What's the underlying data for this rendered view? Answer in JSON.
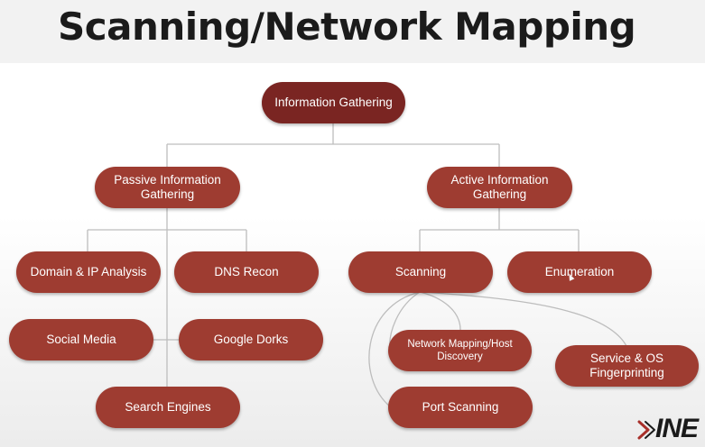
{
  "slide": {
    "title": "Scanning/Network Mapping"
  },
  "nodes": {
    "root": "Information Gathering",
    "passive": "Passive Information Gathering",
    "active": "Active Information Gathering",
    "domain_ip": "Domain & IP Analysis",
    "dns_recon": "DNS Recon",
    "social_media": "Social Media",
    "google_dorks": "Google Dorks",
    "search_engines": "Search Engines",
    "scanning": "Scanning",
    "enumeration": "Enumeration",
    "network_mapping": "Network Mapping/Host Discovery",
    "port_scanning": "Port Scanning",
    "service_os": "Service & OS Fingerprinting"
  },
  "colors": {
    "node_fill": "#9e3c31",
    "node_fill_dark": "#7a2522",
    "connector": "#bdbdbd",
    "title": "#1b1b1b"
  },
  "logo": {
    "text": "INE",
    "mark_icon": "ine-chevron-logo-icon"
  },
  "cursor": {
    "icon": "mouse-pointer-icon"
  }
}
